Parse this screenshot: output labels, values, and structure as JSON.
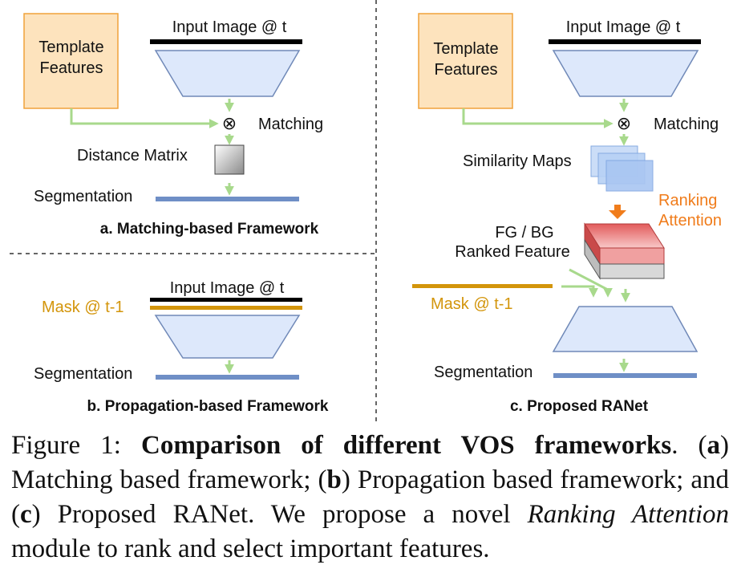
{
  "panel_a": {
    "input_label": "Input Image @ t",
    "template_label_line1": "Template",
    "template_label_line2": "Features",
    "matching_symbol": "⊗",
    "matching_label": "Matching",
    "distance_label": "Distance Matrix",
    "segmentation_label": "Segmentation",
    "caption": "a. Matching-based Framework"
  },
  "panel_b": {
    "input_label": "Input Image @ t",
    "mask_label": "Mask @ t-1",
    "segmentation_label": "Segmentation",
    "caption": "b. Propagation-based Framework"
  },
  "panel_c": {
    "input_label": "Input Image @ t",
    "template_label_line1": "Template",
    "template_label_line2": "Features",
    "matching_symbol": "⊗",
    "matching_label": "Matching",
    "similarity_label": "Similarity Maps",
    "ranking_line1": "Ranking",
    "ranking_line2": "Attention",
    "ranked_line1": "FG / BG",
    "ranked_line2": "Ranked Feature",
    "mask_label": "Mask @ t-1",
    "segmentation_label": "Segmentation",
    "caption": "c. Proposed RANet"
  },
  "figure_caption": {
    "prefix": "Figure 1: ",
    "title": "Comparison of different VOS frameworks",
    "after_title": ". (",
    "a_letter": "a",
    "a_text": ") Matching based framework; (",
    "b_letter": "b",
    "b_text": ") Propagation based framework; and (",
    "c_letter": "c",
    "c_text": ") Proposed RANet. We propose a novel ",
    "italic": "Ranking Attention",
    "end": " module to rank and select important features."
  },
  "colors": {
    "template_fill": "#fde3bd",
    "template_stroke": "#f0a23a",
    "encoder_fill": "#dde8fb",
    "encoder_stroke": "#7089b8",
    "arrow_green": "#a8d98c",
    "segmentation_bar": "#6f8fc6",
    "mask_bar": "#d3950b",
    "ranking_orange": "#f07c1b",
    "ranked_red": "#e87c7c",
    "ranked_gray": "#d0d0d0"
  }
}
